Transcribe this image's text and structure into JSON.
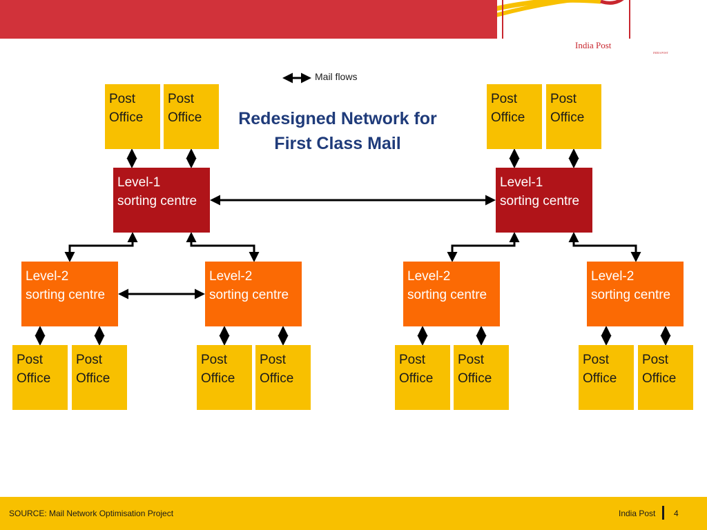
{
  "slide": {
    "title_line1": "Redesigned Network for",
    "title_line2": "First Class Mail",
    "legend_label": "Mail flows",
    "brand_logo_text": "India Post",
    "brand_logo_subtext": "INDIA POST"
  },
  "nodes": {
    "post_office": {
      "line1": "Post",
      "line2": "Office"
    },
    "level1": {
      "line1": "Level-1",
      "line2": "sorting centre"
    },
    "level2": {
      "line1": "Level-2",
      "line2": "sorting centre"
    }
  },
  "footer": {
    "source": "SOURCE: Mail Network Optimisation Project",
    "brand": "India Post",
    "page_number": "4"
  },
  "colors": {
    "header_red": "#d1323a",
    "post_office_yellow": "#f8c000",
    "level1_red": "#b01419",
    "level2_orange": "#fb6a04",
    "title_blue": "#1f3b7a",
    "footer_yellow": "#f8c000"
  }
}
